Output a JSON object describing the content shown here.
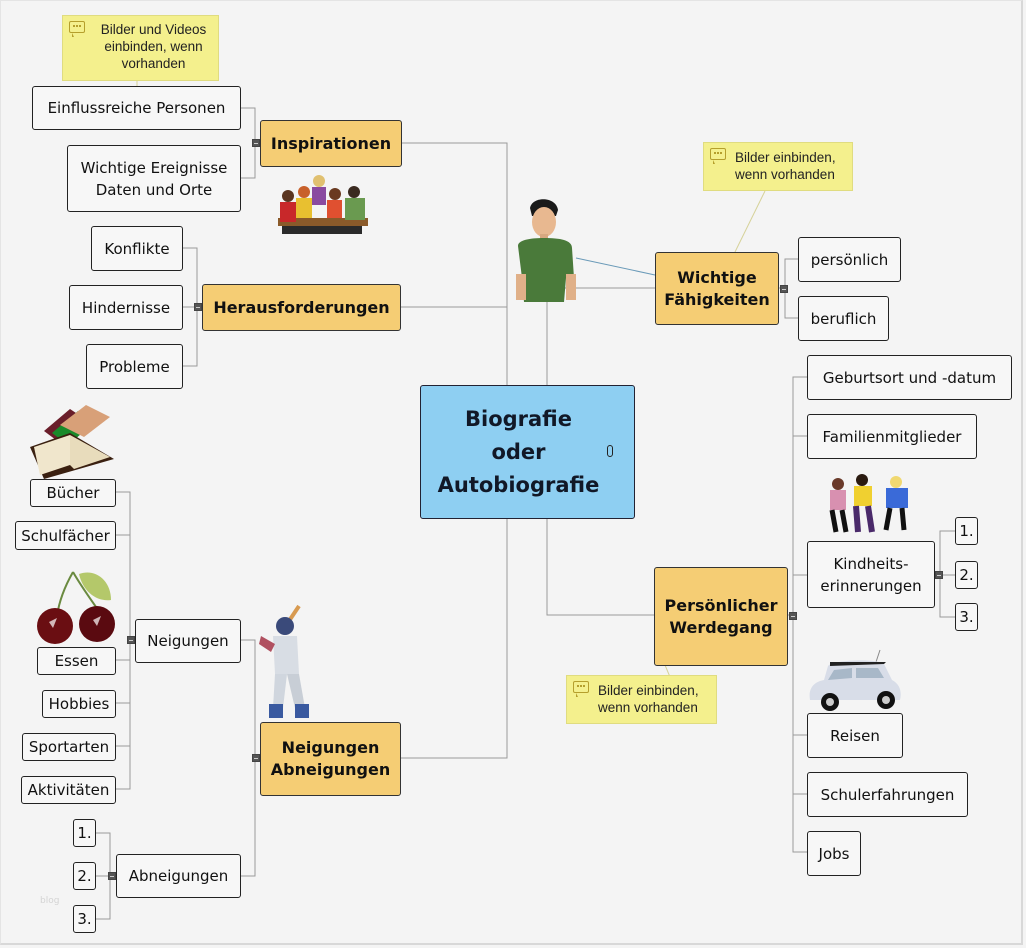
{
  "central": {
    "title": "Biografie\noder\nAutobiografie",
    "attachment_icon": "paperclip-icon"
  },
  "branches": {
    "inspirationen": {
      "label": "Inspirationen",
      "children": [
        "Einflussreiche Personen",
        "Wichtige Ereignisse\nDaten und Orte"
      ],
      "note": "Bilder und Videos\neinbinden, wenn\nvorhanden",
      "image": "group-of-people-image"
    },
    "herausforderungen": {
      "label": "Herausforderungen",
      "children": [
        "Konflikte",
        "Hindernisse",
        "Probleme"
      ]
    },
    "neigungen_abneigungen": {
      "label": "Neigungen\nAbneigungen",
      "image": "baseball-player-image",
      "neigungen": {
        "label": "Neigungen",
        "children": [
          "Bücher",
          "Schulfächer",
          "Essen",
          "Hobbies",
          "Sportarten",
          "Aktivitäten"
        ],
        "images": [
          "books-image",
          "cherries-image"
        ]
      },
      "abneigungen": {
        "label": "Abneigungen",
        "children": [
          "1.",
          "2.",
          "3."
        ]
      }
    },
    "faehigkeiten": {
      "label": "Wichtige\nFähigkeiten",
      "children": [
        "persönlich",
        "beruflich"
      ],
      "note": "Bilder einbinden,\nwenn vorhanden",
      "image": "man-in-green-shirt-image"
    },
    "werdegang": {
      "label": "Persönlicher\nWerdegang",
      "children": [
        "Geburtsort und -datum",
        "Familienmitglieder",
        "Kindheits-\nerinnerungen",
        "Reisen",
        "Schulerfahrungen",
        "Jobs"
      ],
      "kindheit_children": [
        "1.",
        "2.",
        "3."
      ],
      "note": "Bilder einbinden,\nwenn vorhanden",
      "images": [
        "running-children-image",
        "car-image"
      ]
    }
  },
  "watermark": "blog"
}
